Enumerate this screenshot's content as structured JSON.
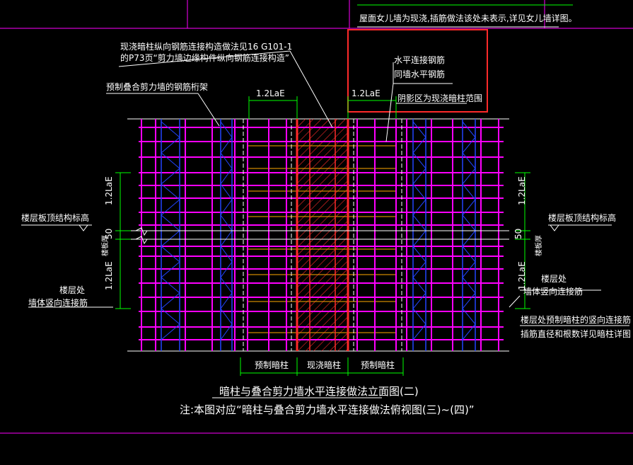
{
  "top_note": "屋面女儿墙为现浇,插筋做法该处未表示,详见女儿墙详图。",
  "callouts": {
    "column_ref_line1": "现浇暗柱纵向钢筋连接构造做法见16 G101-1",
    "column_ref_line2": "的P73页“剪力墙边缘构件纵向钢筋连接构造”",
    "precast_cage": "预制叠合剪力墙的钢筋桁架",
    "horizontal_bar_1": "水平连接钢筋",
    "horizontal_bar_2": "同墙水平钢筋",
    "shaded_zone": "阴影区为现浇暗柱范围",
    "floor_level_left": "楼层板顶结构标高",
    "floor_level_right": "楼层板顶结构标高",
    "floor_left_1": "楼层处",
    "floor_left_2": "墙体竖向连接筋",
    "floor_right_1": "楼层处",
    "floor_right_2": "墙体竖向连接筋",
    "floor_right_3": "楼层处预制暗柱的竖向连接筋",
    "floor_right_4": "插筋直径和根数详见暗柱详图"
  },
  "dimensions": {
    "lap_top_left": "1.2LaE",
    "lap_top_right": "1.2LaE",
    "left_upper": "1.2LaE",
    "left_lower": "1.2LaE",
    "left_gap": "50",
    "left_slab": "楼板厚",
    "right_upper": "1.2LaE",
    "right_lower": "1.2LaE",
    "right_gap": "50",
    "right_slab": "楼板厚"
  },
  "bottom_labels": {
    "left": "预制暗柱",
    "center": "现浇暗柱",
    "right": "预制暗柱"
  },
  "title": "暗柱与叠合剪力墙水平连接做法立面图(二)",
  "note": "注:本图对应“暗柱与叠合剪力墙水平连接做法俯视图(三)~(四)”",
  "colors": {
    "background": "#000000",
    "frame": "#ff00ff",
    "rebar": "#ff00ff",
    "column": "#ff0000",
    "truss": "#2244ff",
    "dimension": "#00ff00",
    "text": "#ffffff",
    "highlight_box": "#ff2a2a",
    "hbar": "#ffaa00"
  }
}
